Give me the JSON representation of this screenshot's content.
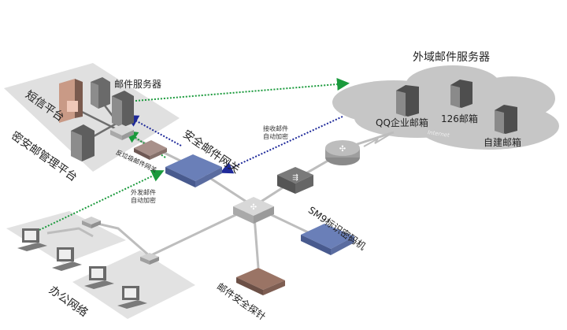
{
  "title": "Secure Mail Gateway Network Topology",
  "zones": {
    "management": "密安邮管理平台",
    "sms": "短信平台",
    "office": "办公网络",
    "external": "外域邮件服务器"
  },
  "devices": {
    "mail_server": "邮件服务器",
    "gateway": "安全邮件网关",
    "antispam": "反垃圾邮件网关",
    "sm9": "SM9标识密码机",
    "probe": "邮件安全探针",
    "qq": "QQ企业邮箱",
    "m126": "126邮箱",
    "self": "自建邮箱",
    "internet": "Internet"
  },
  "flows": {
    "outbound": [
      "外发邮件",
      "自动加密"
    ],
    "inbound": [
      "接收邮件",
      "自动加密"
    ]
  },
  "colors": {
    "outbound_flow": "#1a9a3c",
    "inbound_flow": "#1f2a9a",
    "gateway": "#6a7fb8",
    "probe": "#9a7465",
    "zone": "#e0e0e0",
    "cloud": "#c6c6c6"
  }
}
